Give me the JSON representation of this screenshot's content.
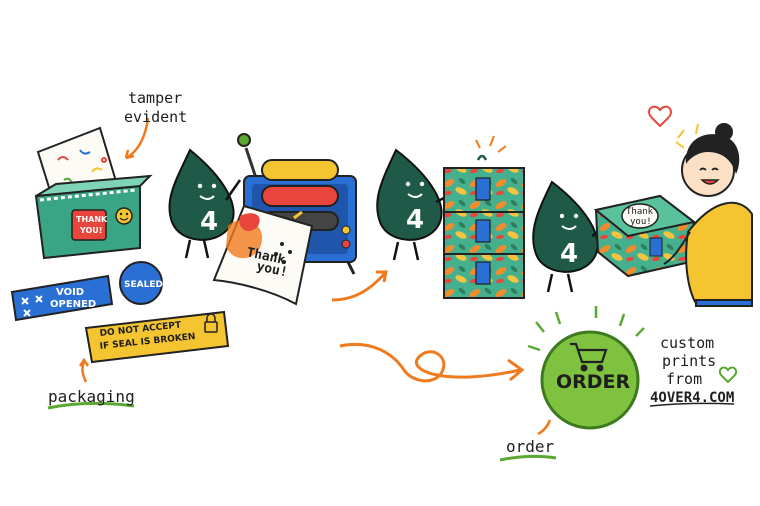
{
  "labels": {
    "tamper_line1": "tamper",
    "tamper_line2": "evident",
    "packaging": "packaging",
    "order": "order",
    "custom_line1": "custom",
    "custom_line2": "prints",
    "custom_line3": "from",
    "custom_line4": "4OVER4.COM"
  },
  "stickers": {
    "thank_you_box_line1": "THANK",
    "thank_you_box_line2": "YOU!",
    "void_line1": "VOID",
    "void_line2": "OPENED",
    "sealed": "SEALED",
    "do_not_accept_line1": "DO NOT ACCEPT",
    "do_not_accept_line2": "IF SEAL IS BROKEN"
  },
  "print": {
    "thank_line1": "Thank",
    "thank_line2": "you!"
  },
  "mascot": {
    "digit": "4"
  },
  "box": {
    "thank_line1": "Thank",
    "thank_line2": "you!"
  },
  "order_button": {
    "label": "ORDER"
  },
  "colors": {
    "mascot": "#1f5a48",
    "orange": "#f07a1e",
    "green": "#5aa832",
    "order_green": "#7ec23f",
    "machine_blue": "#2a6fd4",
    "yellow": "#f5c531",
    "red": "#e8453c",
    "teal_box": "#3aa585"
  }
}
